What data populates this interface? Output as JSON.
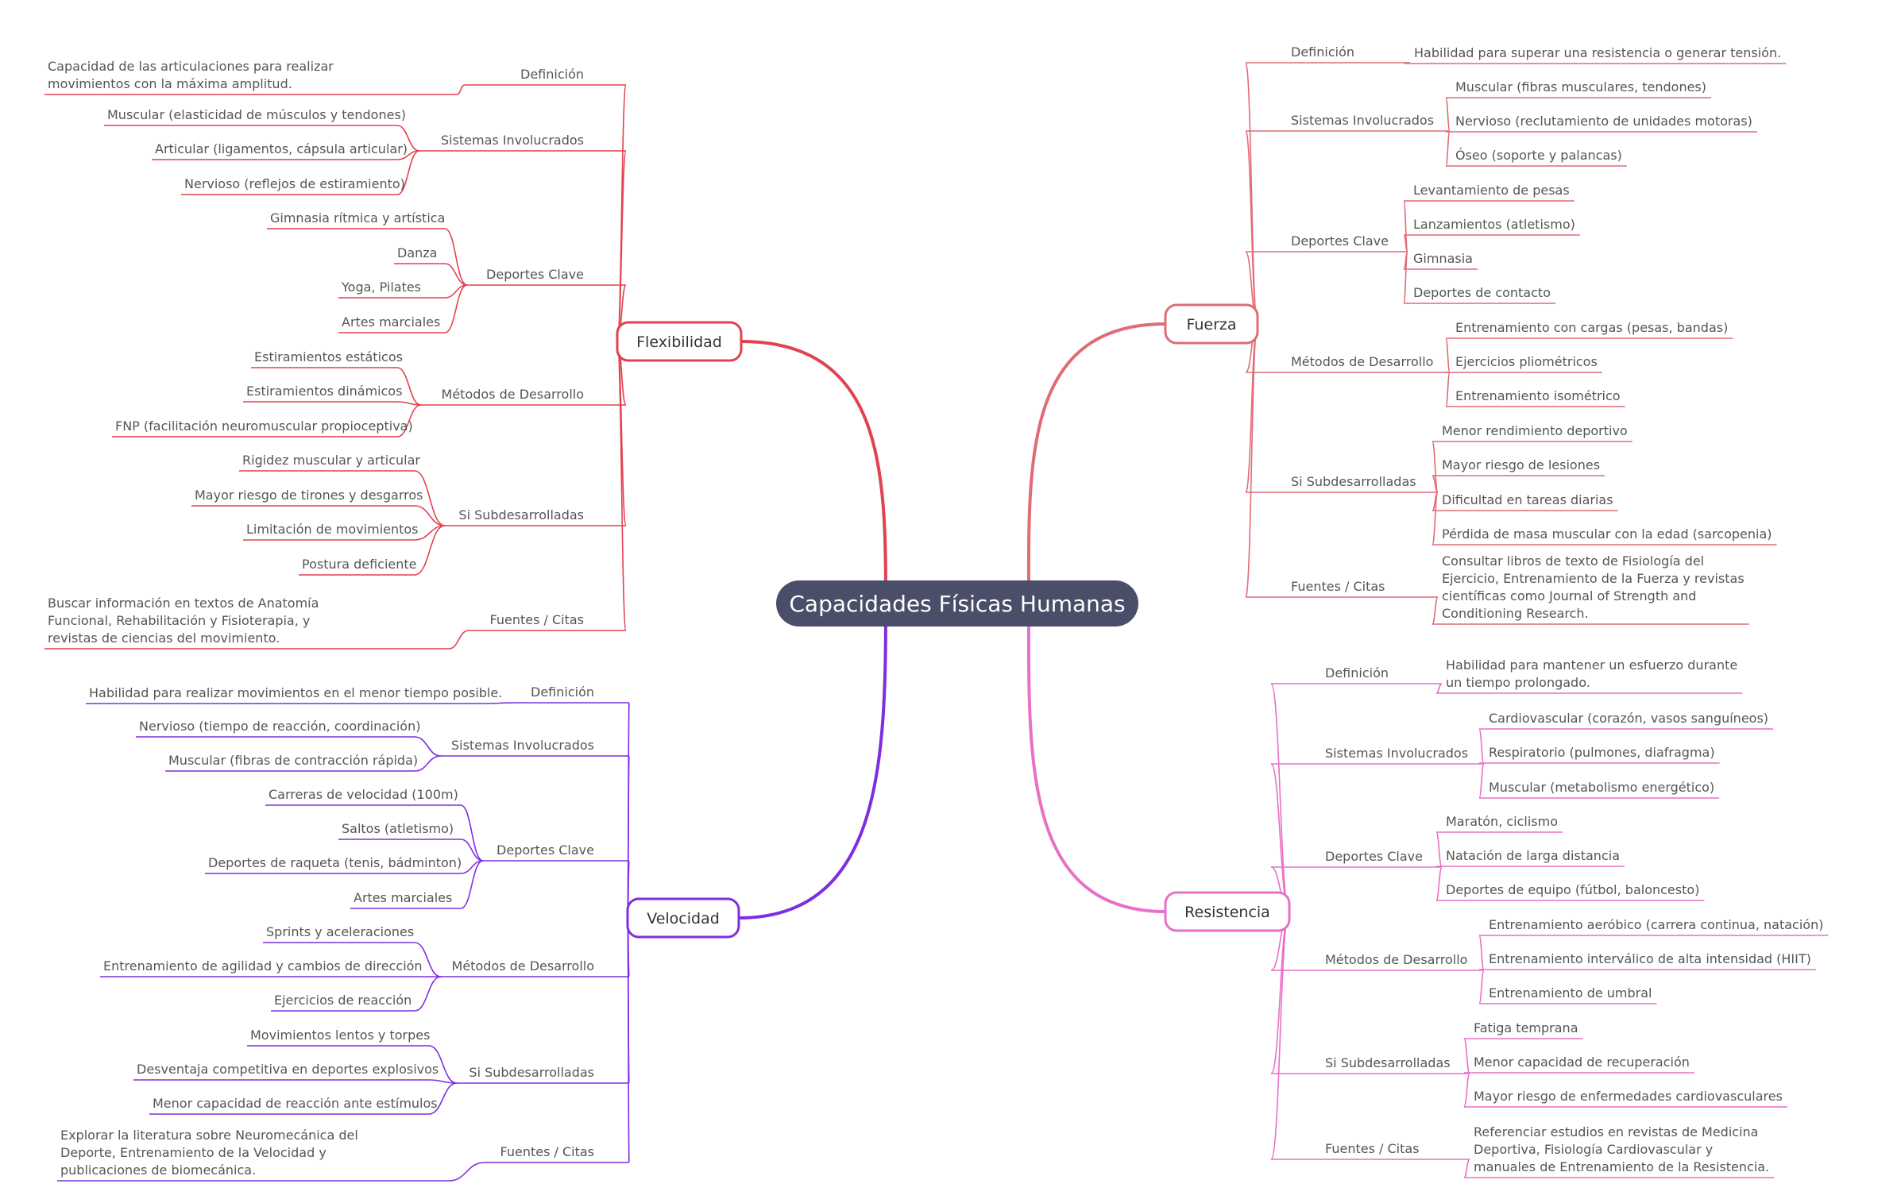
{
  "center": {
    "label": "Capacidades Físicas Humanas",
    "color": "#4a4e69"
  },
  "branches": [
    {
      "label": "Flexibilidad",
      "color": "#e2414f",
      "subs": [
        {
          "label": "Definición",
          "items": [
            "Capacidad de las articulaciones para realizar movimientos con la máxima amplitud."
          ]
        },
        {
          "label": "Sistemas Involucrados",
          "items": [
            "Muscular (elasticidad de músculos y tendones)",
            "Articular (ligamentos, cápsula articular)",
            "Nervioso (reflejos de estiramiento)"
          ]
        },
        {
          "label": "Deportes Clave",
          "items": [
            "Gimnasia rítmica y artística",
            "Danza",
            "Yoga, Pilates",
            "Artes marciales"
          ]
        },
        {
          "label": "Métodos de Desarrollo",
          "items": [
            "Estiramientos estáticos",
            "Estiramientos dinámicos",
            "FNP (facilitación neuromuscular propioceptiva)"
          ]
        },
        {
          "label": "Si Subdesarrolladas",
          "items": [
            "Rigidez muscular y articular",
            "Mayor riesgo de tirones y desgarros",
            "Limitación de movimientos",
            "Postura deficiente"
          ]
        },
        {
          "label": "Fuentes / Citas",
          "items": [
            "Buscar información en textos de Anatomía Funcional, Rehabilitación y Fisioterapia, y revistas de ciencias del movimiento."
          ]
        }
      ]
    },
    {
      "label": "Velocidad",
      "color": "#7e2ee0",
      "subs": [
        {
          "label": "Definición",
          "items": [
            "Habilidad para realizar movimientos en el menor tiempo posible."
          ]
        },
        {
          "label": "Sistemas Involucrados",
          "items": [
            "Nervioso (tiempo de reacción, coordinación)",
            "Muscular (fibras de contracción rápida)"
          ]
        },
        {
          "label": "Deportes Clave",
          "items": [
            "Carreras de velocidad (100m)",
            "Saltos (atletismo)",
            "Deportes de raqueta (tenis, bádminton)",
            "Artes marciales"
          ]
        },
        {
          "label": "Métodos de Desarrollo",
          "items": [
            "Sprints y aceleraciones",
            "Entrenamiento de agilidad y cambios de dirección",
            "Ejercicios de reacción"
          ]
        },
        {
          "label": "Si Subdesarrolladas",
          "items": [
            "Movimientos lentos y torpes",
            "Desventaja competitiva en deportes explosivos",
            "Menor capacidad de reacción ante estímulos"
          ]
        },
        {
          "label": "Fuentes / Citas",
          "items": [
            "Explorar la literatura sobre Neuromecánica del Deporte, Entrenamiento de la Velocidad y publicaciones de biomecánica."
          ]
        }
      ]
    },
    {
      "label": "Fuerza",
      "color": "#e06c75",
      "subs": [
        {
          "label": "Definición",
          "items": [
            "Habilidad para superar una resistencia o generar tensión."
          ]
        },
        {
          "label": "Sistemas Involucrados",
          "items": [
            "Muscular (fibras musculares, tendones)",
            "Nervioso (reclutamiento de unidades motoras)",
            "Óseo (soporte y palancas)"
          ]
        },
        {
          "label": "Deportes Clave",
          "items": [
            "Levantamiento de pesas",
            "Lanzamientos (atletismo)",
            "Gimnasia",
            "Deportes de contacto"
          ]
        },
        {
          "label": "Métodos de Desarrollo",
          "items": [
            "Entrenamiento con cargas (pesas, bandas)",
            "Ejercicios pliométricos",
            "Entrenamiento isométrico"
          ]
        },
        {
          "label": "Si Subdesarrolladas",
          "items": [
            "Menor rendimiento deportivo",
            "Mayor riesgo de lesiones",
            "Dificultad en tareas diarias",
            "Pérdida de masa muscular con la edad (sarcopenia)"
          ]
        },
        {
          "label": "Fuentes / Citas",
          "items": [
            "Consultar libros de texto de Fisiología del Ejercicio, Entrenamiento de la Fuerza y revistas científicas como Journal of Strength and Conditioning Research."
          ]
        }
      ]
    },
    {
      "label": "Resistencia",
      "color": "#e96fc8",
      "subs": [
        {
          "label": "Definición",
          "items": [
            "Habilidad para mantener un esfuerzo durante un tiempo prolongado."
          ]
        },
        {
          "label": "Sistemas Involucrados",
          "items": [
            "Cardiovascular (corazón, vasos sanguíneos)",
            "Respiratorio (pulmones, diafragma)",
            "Muscular (metabolismo energético)"
          ]
        },
        {
          "label": "Deportes Clave",
          "items": [
            "Maratón, ciclismo",
            "Natación de larga distancia",
            "Deportes de equipo (fútbol, baloncesto)"
          ]
        },
        {
          "label": "Métodos de Desarrollo",
          "items": [
            "Entrenamiento aeróbico (carrera continua, natación)",
            "Entrenamiento interválico de alta intensidad (HIIT)",
            "Entrenamiento de umbral"
          ]
        },
        {
          "label": "Si Subdesarrolladas",
          "items": [
            "Fatiga temprana",
            "Menor capacidad de recuperación",
            "Mayor riesgo de enfermedades cardiovasculares"
          ]
        },
        {
          "label": "Fuentes / Citas",
          "items": [
            "Referenciar estudios en revistas de Medicina Deportiva, Fisiología Cardiovascular y manuales de Entrenamiento de la Resistencia."
          ]
        }
      ]
    }
  ]
}
